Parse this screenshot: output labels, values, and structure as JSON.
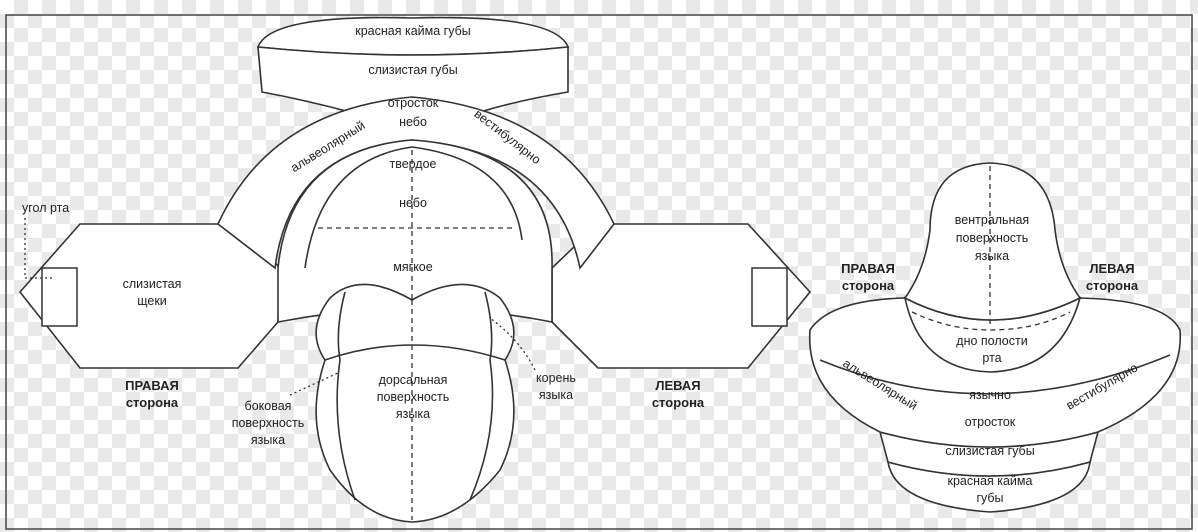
{
  "labels": {
    "lip_red_border_top": "красная кайма губы",
    "lip_mucosa_top": "слизистая губы",
    "process_top": "отросток",
    "alveolar_top": "альвеолярный",
    "vestibular_top": "вестибулярно",
    "palate": "небо",
    "hard_palate_1": "твердое",
    "hard_palate_2": "небо",
    "soft_palate": "мягкое",
    "mouth_corner": "угол рта",
    "cheek_mucosa_1": "слизистая",
    "cheek_mucosa_2": "щеки",
    "right_side_left_1": "ПРАВАЯ",
    "right_side_left_2": "сторона",
    "left_side_left_1": "ЛЕВАЯ",
    "left_side_left_2": "сторона",
    "lateral_tongue_1": "боковая",
    "lateral_tongue_2": "поверхность",
    "lateral_tongue_3": "языка",
    "dorsal_tongue_1": "дорсальная",
    "dorsal_tongue_2": "поверхность",
    "dorsal_tongue_3": "языка",
    "tongue_root_1": "корень",
    "tongue_root_2": "языка",
    "ventral_tongue_1": "вентральная",
    "ventral_tongue_2": "поверхность",
    "ventral_tongue_3": "языка",
    "right_side_right_1": "ПРАВАЯ",
    "right_side_right_2": "сторона",
    "left_side_right_1": "ЛЕВАЯ",
    "left_side_right_2": "сторона",
    "floor_mouth_1": "дно полости",
    "floor_mouth_2": "рта",
    "alveolar_bottom": "альвеолярный",
    "lingual_bottom": "язычно",
    "vestibular_bottom": "вестибулярно",
    "process_bottom": "отросток",
    "lip_mucosa_bottom": "слизистая губы",
    "lip_red_border_bottom_1": "красная кайма",
    "lip_red_border_bottom_2": "губы"
  }
}
